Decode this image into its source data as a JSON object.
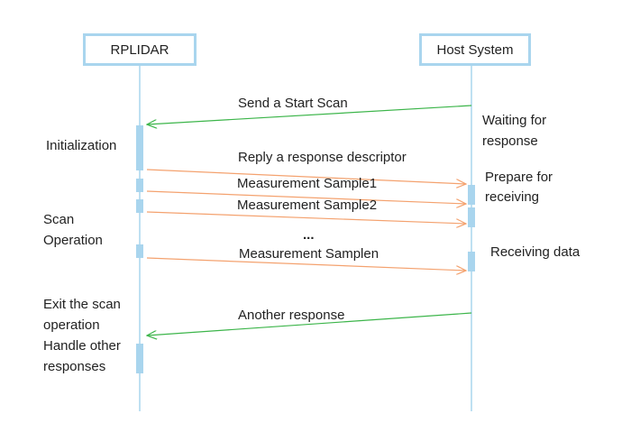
{
  "participants": {
    "left": "RPLIDAR",
    "right": "Host System"
  },
  "messages": {
    "send_start_scan": "Send a Start Scan",
    "reply_descriptor": "Reply a response descriptor",
    "sample1": "Measurement Sample1",
    "sample2": "Measurement Sample2",
    "ellipsis": "...",
    "samplen": "Measurement Samplen",
    "another_response": "Another response"
  },
  "left_notes": {
    "initialization": "Initialization",
    "scan_line1": "Scan",
    "scan_line2": "Operation",
    "exit_line1": "Exit the scan",
    "exit_line2": "operation",
    "handle_line1": "Handle other",
    "handle_line2": "responses"
  },
  "right_notes": {
    "waiting_line1": "Waiting for",
    "waiting_line2": "response",
    "prepare_line1": "Prepare for",
    "prepare_line2": "receiving",
    "receiving_data": "Receiving data"
  },
  "colors": {
    "lifeline": "#a9d5ee",
    "activation": "#a9d5ee",
    "request_arrow": "#3cb54a",
    "data_arrow": "#f4a26f"
  }
}
